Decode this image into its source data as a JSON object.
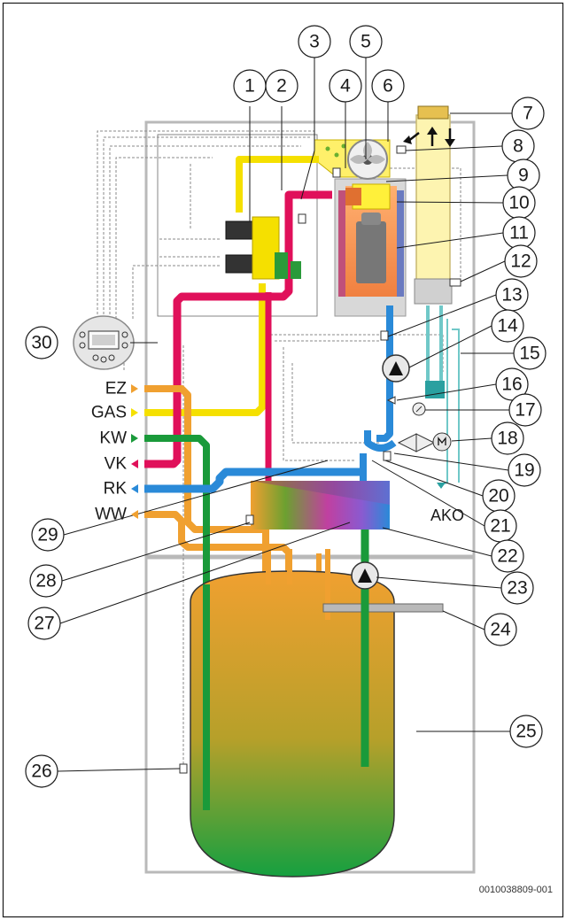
{
  "callouts": [
    {
      "id": "1",
      "label": "1"
    },
    {
      "id": "2",
      "label": "2"
    },
    {
      "id": "3",
      "label": "3"
    },
    {
      "id": "4",
      "label": "4"
    },
    {
      "id": "5",
      "label": "5"
    },
    {
      "id": "6",
      "label": "6"
    },
    {
      "id": "7",
      "label": "7"
    },
    {
      "id": "8",
      "label": "8"
    },
    {
      "id": "9",
      "label": "9"
    },
    {
      "id": "10",
      "label": "10"
    },
    {
      "id": "11",
      "label": "11"
    },
    {
      "id": "12",
      "label": "12"
    },
    {
      "id": "13",
      "label": "13"
    },
    {
      "id": "14",
      "label": "14"
    },
    {
      "id": "15",
      "label": "15"
    },
    {
      "id": "16",
      "label": "16"
    },
    {
      "id": "17",
      "label": "17"
    },
    {
      "id": "18",
      "label": "18"
    },
    {
      "id": "19",
      "label": "19"
    },
    {
      "id": "20",
      "label": "20"
    },
    {
      "id": "21",
      "label": "21"
    },
    {
      "id": "22",
      "label": "22"
    },
    {
      "id": "23",
      "label": "23"
    },
    {
      "id": "24",
      "label": "24"
    },
    {
      "id": "25",
      "label": "25"
    },
    {
      "id": "26",
      "label": "26"
    },
    {
      "id": "27",
      "label": "27"
    },
    {
      "id": "28",
      "label": "28"
    },
    {
      "id": "29",
      "label": "29"
    },
    {
      "id": "30",
      "label": "30"
    }
  ],
  "connections": [
    {
      "id": "ez",
      "label": "EZ",
      "color": "#f0a030"
    },
    {
      "id": "gas",
      "label": "GAS",
      "color": "#f5e000"
    },
    {
      "id": "kw",
      "label": "KW",
      "color": "#1a9a3a"
    },
    {
      "id": "vk",
      "label": "VK",
      "color": "#e0105a"
    },
    {
      "id": "rk",
      "label": "RK",
      "color": "#2a8ad8"
    },
    {
      "id": "ww",
      "label": "WW",
      "color": "#f0a030"
    }
  ],
  "ako_label": "AKO",
  "document_id": "0010038809-001",
  "colors": {
    "flow_hot": "#e0105a",
    "return": "#2a8ad8",
    "gas": "#f5e000",
    "hot_water": "#f0a030",
    "cold_water": "#1a9a3a",
    "flue": "#fdf4b0",
    "condensate": "#70c8c8",
    "housing": "#b9b9b9"
  },
  "icons": {
    "controller": "control-unit-icon",
    "fan": "fan-icon",
    "pump": "pump-icon",
    "motor_valve": "three-way-valve-icon",
    "gauge": "pressure-gauge-icon",
    "sensor": "temperature-sensor-icon"
  }
}
